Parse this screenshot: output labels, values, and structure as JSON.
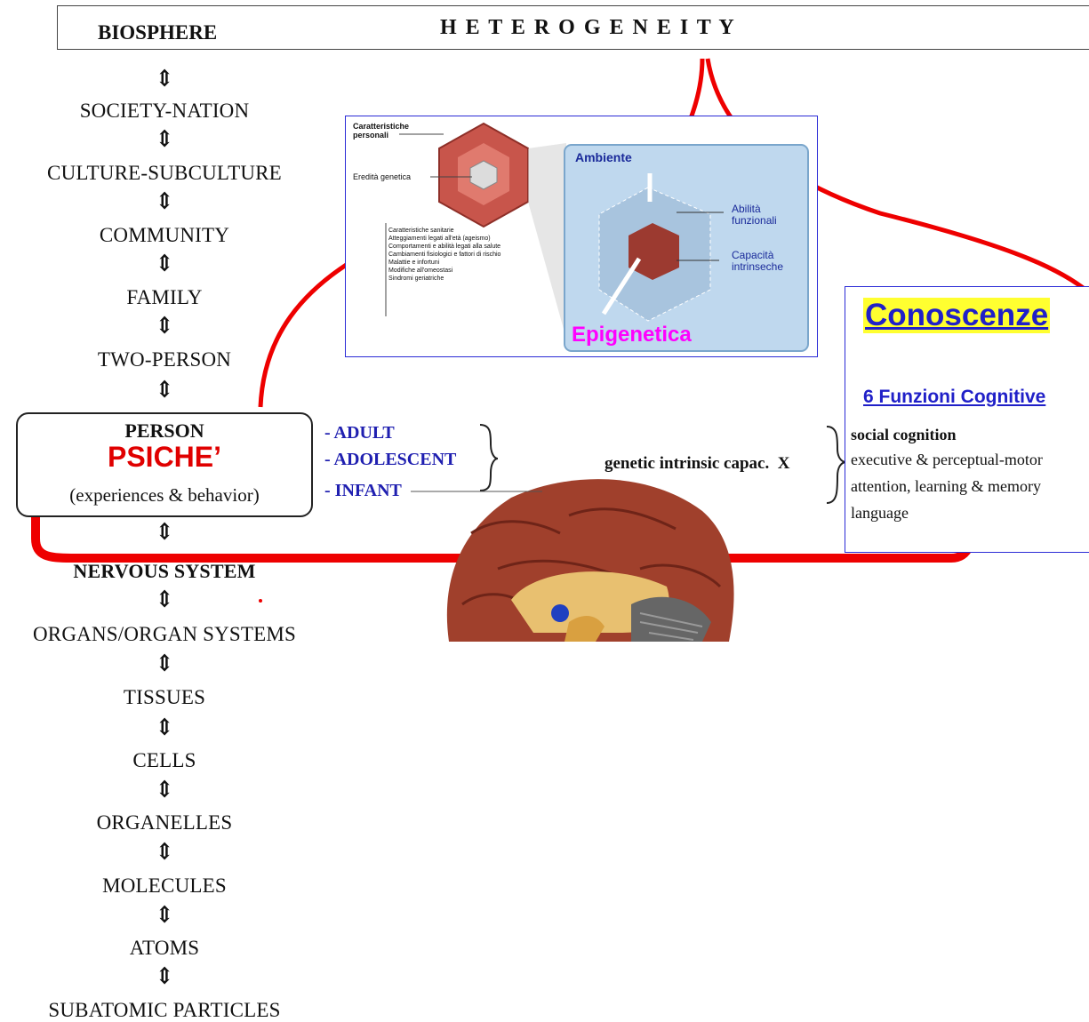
{
  "header": {
    "left_label": "BIOSPHERE",
    "title": "H E T E R O G E N E I T Y"
  },
  "hierarchy": {
    "arrow_glyph": "⇕",
    "levels": [
      "SOCIETY-NATION",
      "CULTURE-SUBCULTURE",
      "COMMUNITY",
      "FAMILY",
      "TWO-PERSON"
    ],
    "person": {
      "label": "PERSON",
      "psiche": "PSICHE’",
      "subtitle": "(experiences & behavior)"
    },
    "lower_levels": [
      "NERVOUS SYSTEM",
      "ORGANS/ORGAN SYSTEMS",
      "TISSUES",
      "CELLS",
      "ORGANELLES",
      "MOLECULES",
      "ATOMS",
      "SUBATOMIC PARTICLES"
    ]
  },
  "age_stages": [
    "- ADULT",
    "- ADOLESCENT",
    "- INFANT"
  ],
  "genetic_label": "genetic intrinsic capac.  X",
  "epigenetics": {
    "title": "Epigenetica",
    "personal_characteristics": "Caratteristiche personali",
    "genetic_inheritance": "Eredità genetica",
    "environment": "Ambiente",
    "functional_abilities": "Abilità funzionali",
    "intrinsic_capacity": "Capacità intrinseche",
    "health_title": "Caratteristiche sanitarie",
    "health_items": [
      "Atteggiamenti legati all'età (ageismo)",
      "Comportamenti e abilità legati alla salute",
      "Cambiamenti fisiologici e fattori di rischio",
      "Malattie e infortuni",
      "Modifiche all'omeostasi",
      "Sindromi geriatriche"
    ]
  },
  "knowledge": {
    "title": "Conoscenze",
    "subtitle": "6 Funzioni Cognitive",
    "functions": [
      "social cognition",
      "executive & perceptual-motor",
      "attention, learning & memory",
      "language"
    ]
  },
  "colors": {
    "bracket": "#ee0000",
    "blue_text": "#1f1fb0",
    "title_blue": "#2020c8",
    "highlight": "#ffff30",
    "psiche": "#e00000",
    "epi_magenta": "#ff00ff"
  }
}
